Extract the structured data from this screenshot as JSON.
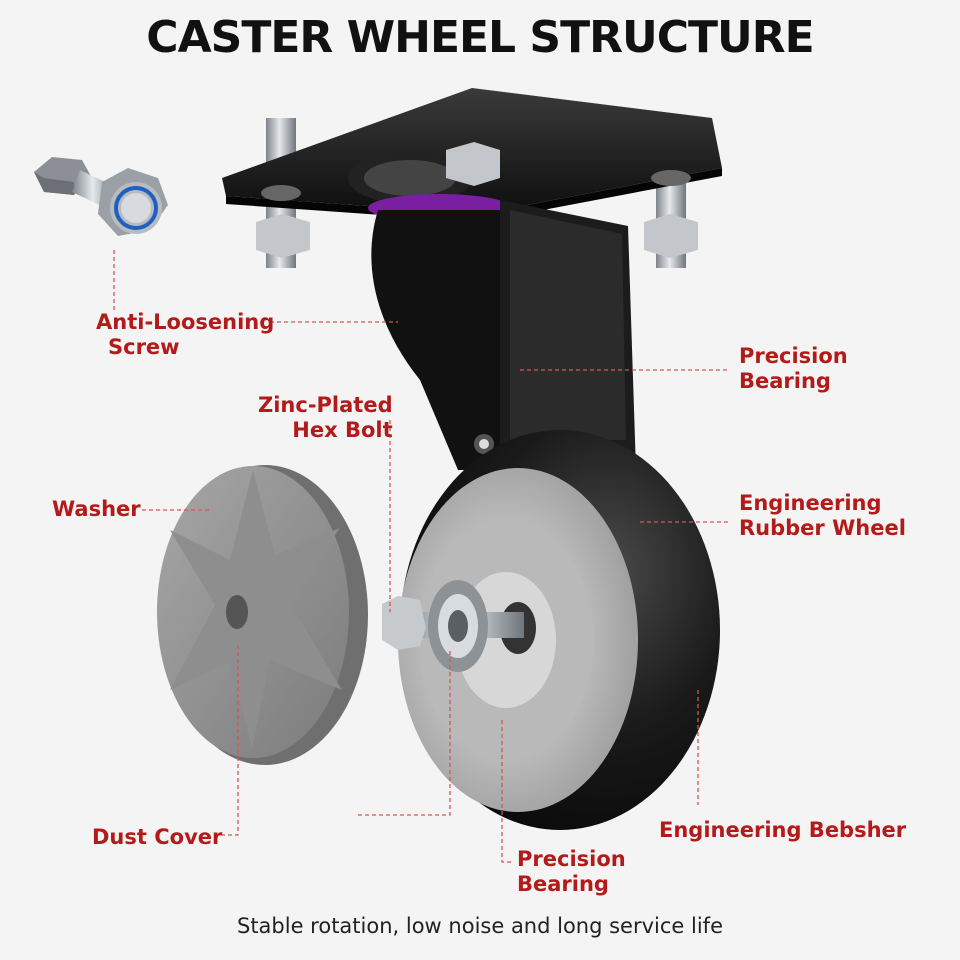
{
  "title": "CASTER WHEEL STRUCTURE",
  "labels": {
    "anti_loosening_screw": [
      "Anti-Loosening",
      "Screw"
    ],
    "zinc_plated_hex_bolt": [
      "Zinc-Plated",
      "Hex Bolt"
    ],
    "washer": [
      "Washer"
    ],
    "dust_cover": [
      "Dust Cover"
    ],
    "precision_bearing_top": [
      "Precision",
      "Bearing"
    ],
    "engineering_rubber_wheel": [
      "Engineering",
      "Rubber Wheel"
    ],
    "engineering_bebsher": [
      "Engineering Bebsher"
    ],
    "precision_bearing_bottom": [
      "Precision",
      "Bearing"
    ]
  },
  "footer": "Stable rotation, low noise and long service life",
  "colors": {
    "label_red": "#b31b1b",
    "leader_red": "#d9534f",
    "swivel_ring": "#7b1fa2",
    "rubber": "#151515",
    "hub": "#c8c8c8",
    "steel": "#b9bec4"
  }
}
